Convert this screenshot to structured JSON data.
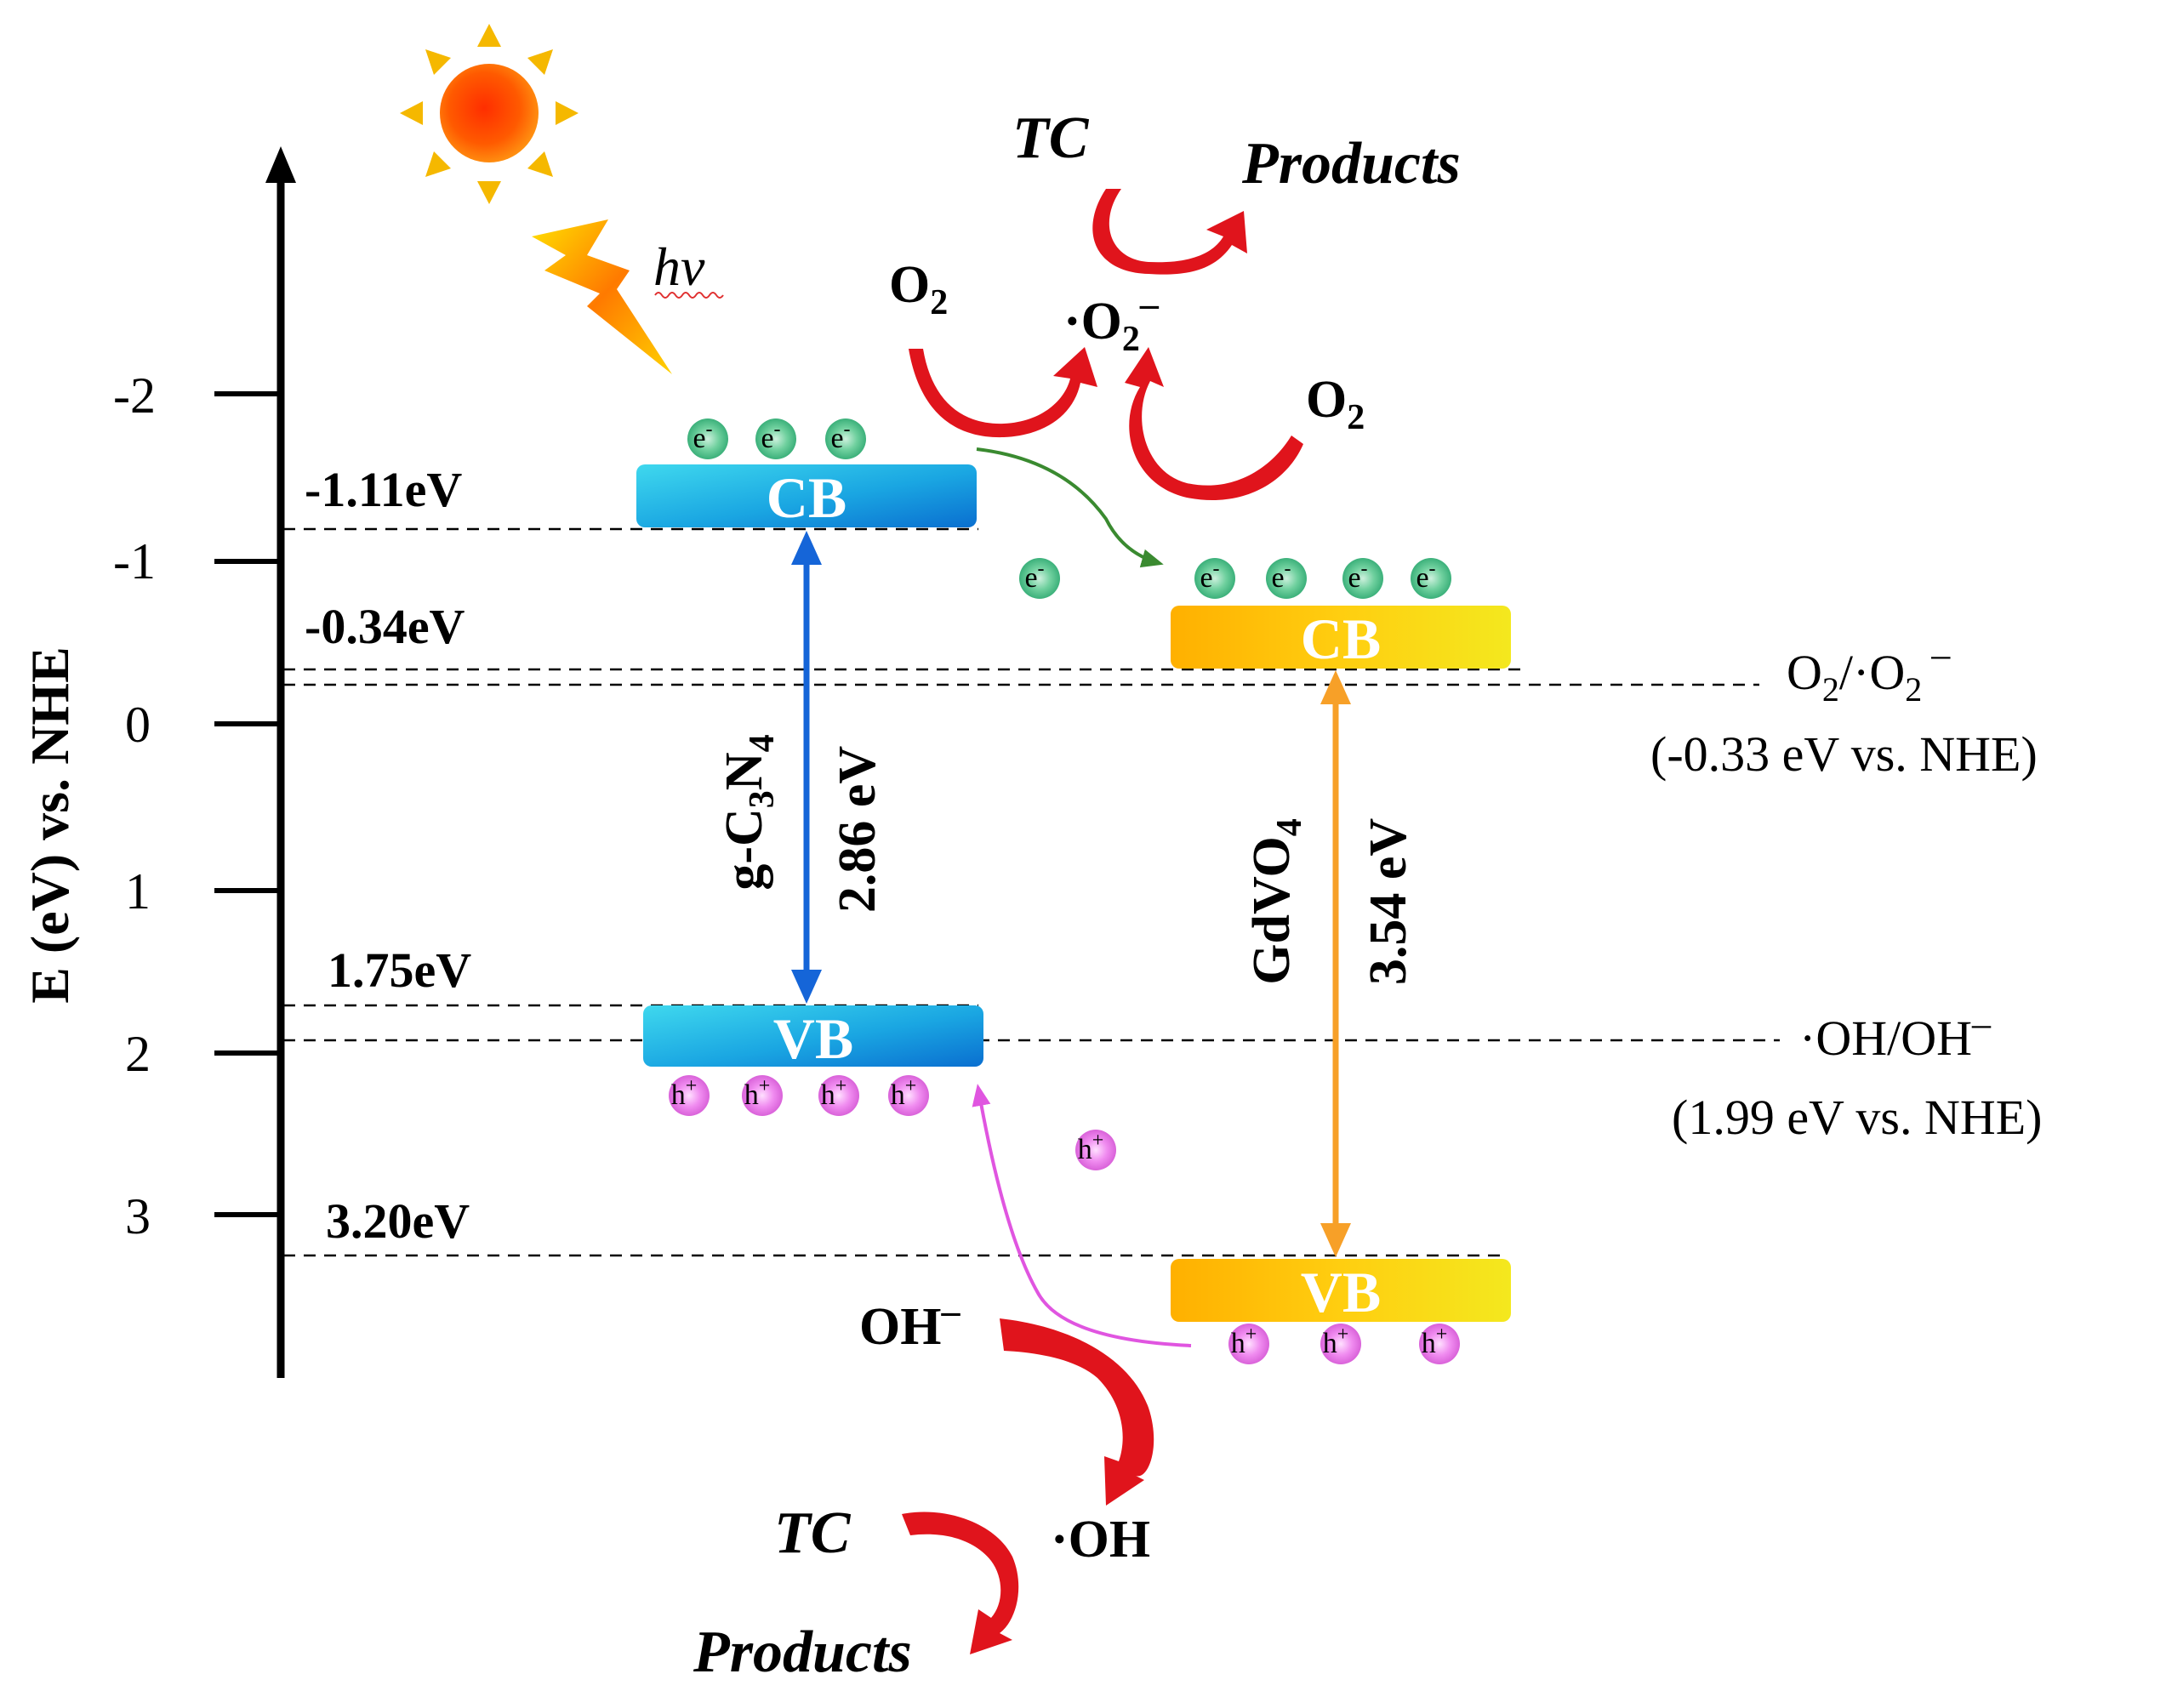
{
  "axis": {
    "label": "E (eV) vs. NHE",
    "ticks": [
      "-2",
      "-1",
      "0",
      "1",
      "2",
      "3"
    ]
  },
  "light": {
    "label": "hv"
  },
  "levels": {
    "gcn_cb": "-1.11eV",
    "gdvo4_cb": "-0.34eV",
    "gcn_vb": "1.75eV",
    "gdvo4_vb": "3.20eV"
  },
  "bands": {
    "cb": "CB",
    "vb": "VB"
  },
  "materials": {
    "gcn": {
      "name_prefix": "g-C",
      "sub1": "3",
      "name_mid": "N",
      "sub2": "4",
      "gap": "2.86 eV"
    },
    "gdvo4": {
      "name_prefix": "GdVO",
      "sub": "4",
      "gap": "3.54 eV"
    }
  },
  "carriers": {
    "electron": "e",
    "electron_sup": "-",
    "hole": "h",
    "hole_sup": "+"
  },
  "potentials": {
    "superoxide": {
      "line1_a": "O",
      "line1_sub": "2",
      "line1_b": "/·O",
      "line1_sub2": "2",
      "line1_sup": " –",
      "line2": "(-0.33 eV vs. NHE)"
    },
    "hydroxyl": {
      "line1": "·OH/OH",
      "line1_sup": "–",
      "line2": "(1.99 eV vs. NHE)"
    }
  },
  "reactions": {
    "o2": "O",
    "o2_sub": "2",
    "superoxide": "·O",
    "superoxide_sub": "2",
    "superoxide_sup": "–",
    "tc": "TC",
    "products": "Products",
    "oh_minus": "OH",
    "oh_minus_sup": "–",
    "oh_radical": "·OH"
  },
  "colors": {
    "gcn_band_top": "#34d2ec",
    "gcn_band_bottom": "#0a78d4",
    "gdvo4_band_left": "#ffb000",
    "gdvo4_band_right": "#f6e51a",
    "gcn_gap_arrow": "#1565d8",
    "gdvo4_gap_arrow": "#f7a028",
    "reaction_arrow": "#e0141c",
    "electron": "#4ec48a",
    "hole": "#e77ce5",
    "electron_transfer": "#3a8a30",
    "hole_transfer": "#e055e0",
    "sun": "#f05a00",
    "sun_rays": "#f5b800"
  }
}
